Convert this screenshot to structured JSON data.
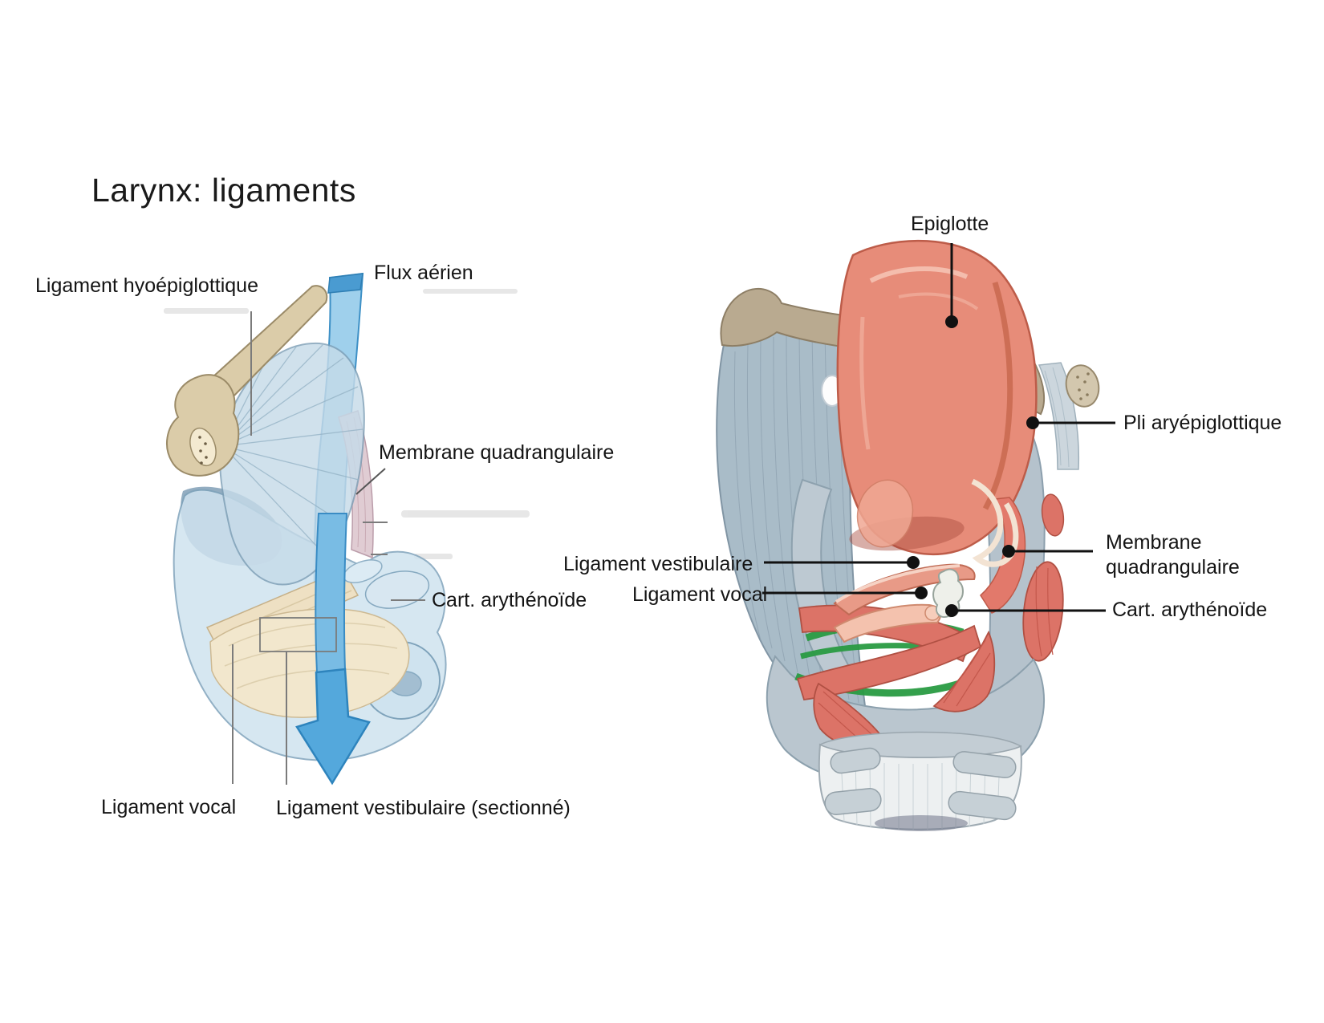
{
  "title": "Larynx: ligaments",
  "left_figure": {
    "labels": {
      "hyoepiglottic_ligament": "Ligament hyoépiglottique",
      "airflow": "Flux aérien",
      "quadrangular_membrane": "Membrane quadrangulaire",
      "arytenoid_cartilage": "Cart. arythénoïde",
      "vocal_ligament": "Ligament vocal",
      "vestibular_ligament": "Ligament vestibulaire (sectionné)"
    }
  },
  "right_figure": {
    "labels": {
      "epiglottis": "Epiglotte",
      "aryepiglottic_fold": "Pli aryépiglottique",
      "quadrangular_membrane": "Membrane quadrangulaire",
      "arytenoid_cartilage": "Cart. arythénoïde",
      "vestibular_ligament": "Ligament vestibulaire",
      "vocal_ligament": "Ligament vocal"
    }
  },
  "colors": {
    "airflow_blue": "#54a8dc",
    "ribbon_blue_light": "#9fd0ec",
    "membrane_blue_left": "#c6dbe9",
    "cartilage_blue_left": "#cfe3ef",
    "bone_tan_left": "#dbcca9",
    "muscle_cream": "#f2e7cd",
    "membrane_pink": "#e0ccd3",
    "epiglottis_salmon": "#e78c79",
    "muscle_red": "#dc7367",
    "ligament_green": "#2a9b43",
    "cartilage_gray": "#b5c2cc",
    "hyoid_tan_right": "#b9aa90",
    "trachea_white": "#edf0f1",
    "leader_gray": "#7b7b7b",
    "leader_black": "#111111"
  }
}
